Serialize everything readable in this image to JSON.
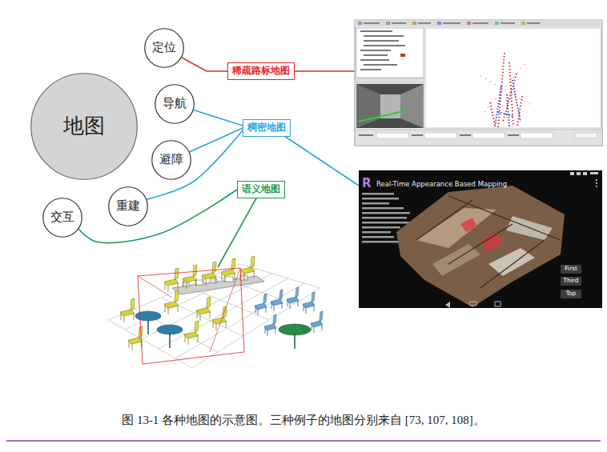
{
  "diagram": {
    "caption": "图 13-1 各种地图的示意图。三种例子的地图分别来自 [73, 107, 108]。",
    "nodes": [
      {
        "text": [
          "地图"
        ]
      },
      {
        "text": [
          "定位"
        ]
      },
      {
        "text": [
          "导航"
        ]
      },
      {
        "text": [
          "避障"
        ]
      },
      {
        "text": [
          "重建"
        ]
      },
      {
        "text": [
          "交互"
        ]
      },
      {
        "text": [
          "稀疏路标地图"
        ]
      },
      {
        "text": [
          "稠密地图"
        ]
      },
      {
        "text": [
          "语义地图"
        ]
      }
    ],
    "edges": [
      {
        "from": 1,
        "to": 6,
        "arrow": "none"
      },
      {
        "from": 2,
        "to": 7,
        "arrow": "none"
      },
      {
        "from": 3,
        "to": 7,
        "arrow": "none"
      },
      {
        "from": 4,
        "to": 7,
        "arrow": "none"
      },
      {
        "from": 5,
        "to": 8,
        "arrow": "none"
      }
    ],
    "labels": [
      "R",
      "Real-Time Appearance Based Mapping",
      "First",
      "Third",
      "Top"
    ]
  }
}
